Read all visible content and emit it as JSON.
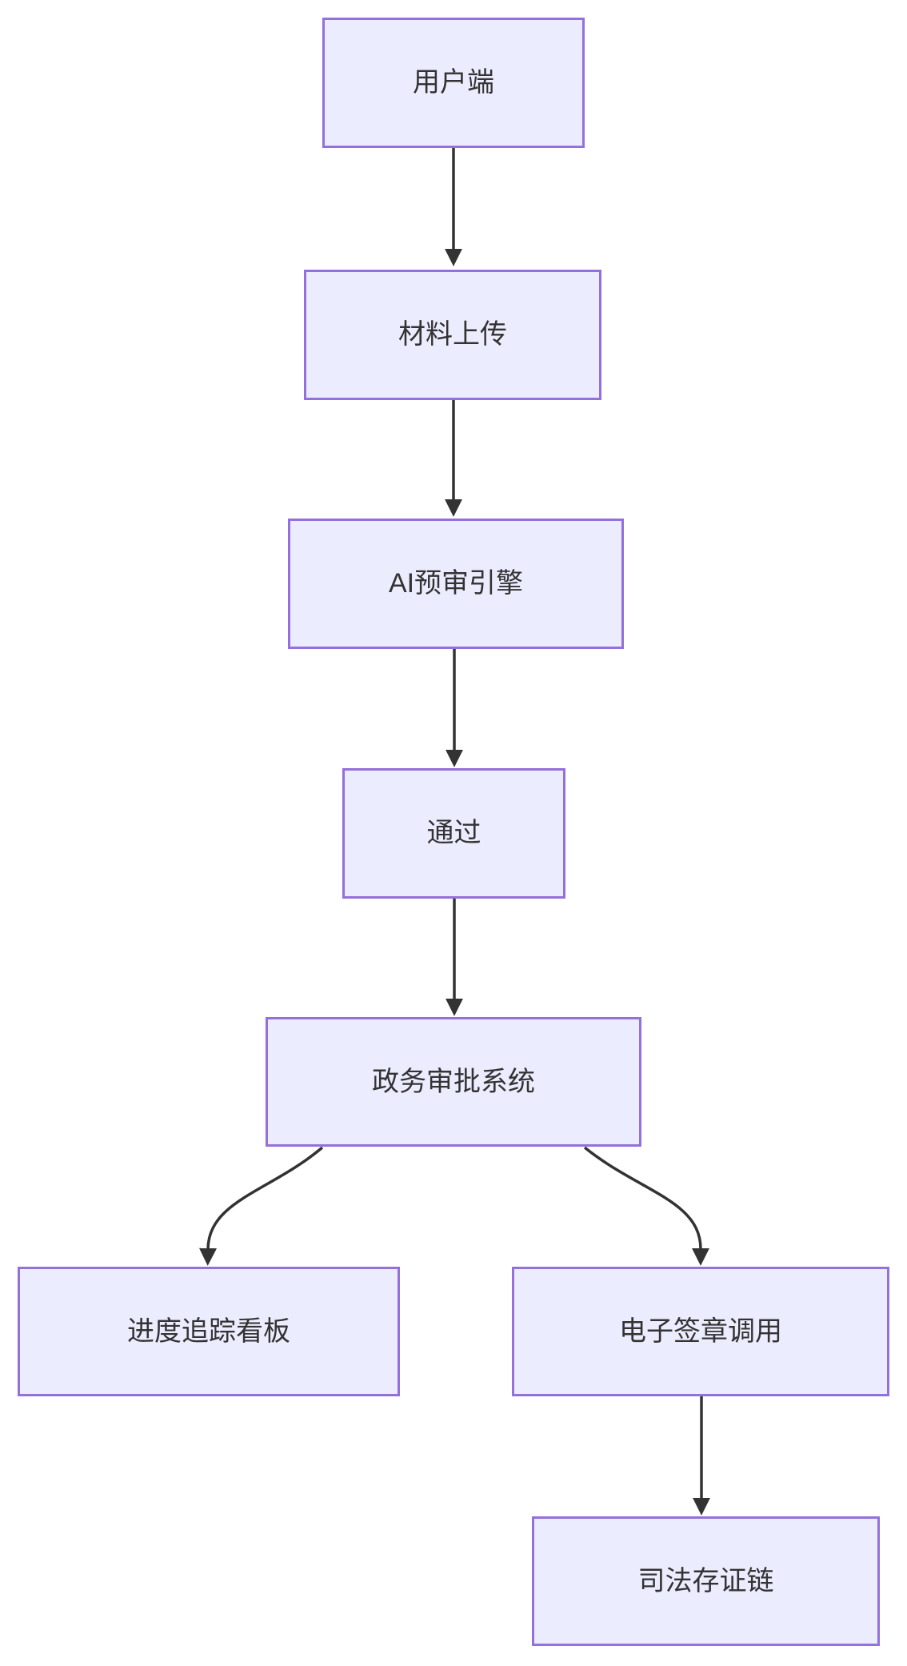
{
  "diagram": {
    "type": "flowchart",
    "direction": "top-down",
    "nodes": [
      {
        "id": "client",
        "label": "用户端"
      },
      {
        "id": "upload",
        "label": "材料上传"
      },
      {
        "id": "ai_engine",
        "label": "AI预审引擎"
      },
      {
        "id": "pass",
        "label": "通过"
      },
      {
        "id": "gov_system",
        "label": "政务审批系统"
      },
      {
        "id": "progress_board",
        "label": "进度追踪看板"
      },
      {
        "id": "esign_call",
        "label": "电子签章调用"
      },
      {
        "id": "judicial_chain",
        "label": "司法存证链"
      }
    ],
    "edges": [
      {
        "from": "用户端",
        "to": "材料上传"
      },
      {
        "from": "材料上传",
        "to": "AI预审引擎"
      },
      {
        "from": "AI预审引擎",
        "to": "通过"
      },
      {
        "from": "通过",
        "to": "政务审批系统"
      },
      {
        "from": "政务审批系统",
        "to": "进度追踪看板"
      },
      {
        "from": "政务审批系统",
        "to": "电子签章调用"
      },
      {
        "from": "电子签章调用",
        "to": "司法存证链"
      }
    ],
    "theme": {
      "background": "#ffffff",
      "node_fill": "#ECECFF",
      "node_border": "#9370DB",
      "edge_color": "#333333",
      "text_color": "#333333"
    }
  }
}
